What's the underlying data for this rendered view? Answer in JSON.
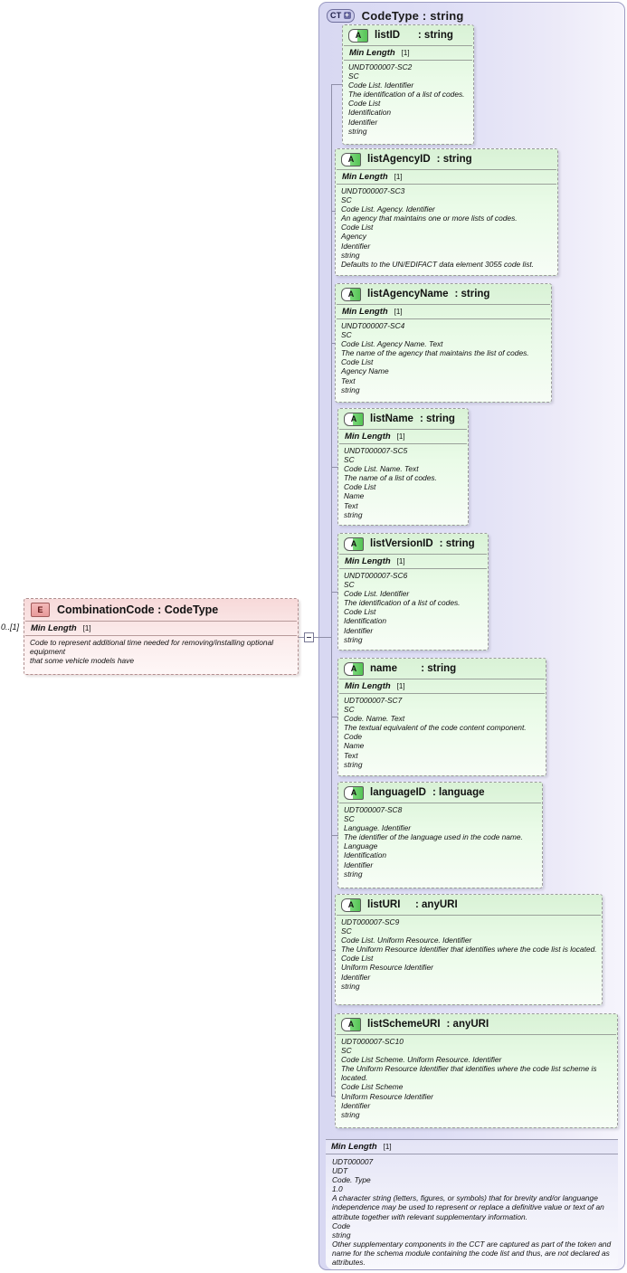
{
  "diagram": {
    "title": "XSD CodeType attribute diagram",
    "accent_complex_type": "#d8d8f2",
    "accent_attribute": "#d9f2d6",
    "accent_element": "#f7d9d9"
  },
  "complex_type": {
    "badge": "CT",
    "badge_expand": "+",
    "title": "CodeType : string",
    "footer_rule": {
      "label": "Min Length",
      "value": "[1]"
    },
    "footer_doc": [
      "UDT000007",
      "UDT",
      "Code. Type",
      "1.0",
      "A character string (letters, figures, or symbols) that for brevity and/or languange independence may be used to represent or replace a definitive value or text of an attribute together with relevant supplementary information.",
      "Code",
      "string",
      "Other supplementary components in the CCT are captured as part of the token and name for the schema module containing the code list and thus, are not declared as attributes."
    ]
  },
  "element": {
    "badge": "E",
    "title": "CombinationCode : CodeType",
    "cardinality": "0..[1]",
    "rule": {
      "label": "Min Length",
      "value": "[1]"
    },
    "doc": [
      "Code to represent additional time needed for removing/installing optional equipment",
      "that some vehicle models have"
    ]
  },
  "attributes": [
    {
      "badge": "A",
      "name": "listID",
      "name_padded": "listID    ",
      "type": ": string",
      "rule": {
        "label": "Min Length",
        "value": "[1]"
      },
      "doc": [
        "UNDT000007-SC2",
        "SC",
        "Code List. Identifier",
        "The identification of a list of codes.",
        "Code List",
        "Identification",
        "Identifier",
        "string"
      ]
    },
    {
      "badge": "A",
      "name": "listAgencyID",
      "name_padded": "listAgencyID",
      "type": ": string",
      "rule": {
        "label": "Min Length",
        "value": "[1]"
      },
      "doc": [
        "UNDT000007-SC3",
        "SC",
        "Code List. Agency. Identifier",
        "An agency that maintains one or more lists of codes.",
        "Code List",
        "Agency",
        "Identifier",
        "string",
        "Defaults to the UN/EDIFACT data element 3055 code list."
      ]
    },
    {
      "badge": "A",
      "name": "listAgencyName",
      "name_padded": "listAgencyName",
      "type": ": string",
      "rule": {
        "label": "Min Length",
        "value": "[1]"
      },
      "doc": [
        "UNDT000007-SC4",
        "SC",
        "Code List. Agency Name. Text",
        "The name of the agency that maintains the list of codes.",
        "Code List",
        "Agency Name",
        "Text",
        "string"
      ]
    },
    {
      "badge": "A",
      "name": "listName",
      "name_padded": "listName",
      "type": ": string",
      "rule": {
        "label": "Min Length",
        "value": "[1]"
      },
      "doc": [
        "UNDT000007-SC5",
        "SC",
        "Code List. Name. Text",
        "The name of a list of codes.",
        "Code List",
        "Name",
        "Text",
        "string"
      ]
    },
    {
      "badge": "A",
      "name": "listVersionID",
      "name_padded": "listVersionID",
      "type": ": string",
      "rule": {
        "label": "Min Length",
        "value": "[1]"
      },
      "doc": [
        "UNDT000007-SC6",
        "SC",
        "Code List. Identifier",
        "The identification of a list of codes.",
        "Code List",
        "Identification",
        "Identifier",
        "string"
      ]
    },
    {
      "badge": "A",
      "name": "name",
      "name_padded": "name      ",
      "type": ": string",
      "rule": {
        "label": "Min Length",
        "value": "[1]"
      },
      "doc": [
        "UDT000007-SC7",
        "SC",
        "Code. Name. Text",
        "The textual equivalent of the code content component.",
        "Code",
        "Name",
        "Text",
        "string"
      ]
    },
    {
      "badge": "A",
      "name": "languageID",
      "name_padded": "languageID",
      "type": ": language",
      "rule": null,
      "doc": [
        "UDT000007-SC8",
        "SC",
        "Language. Identifier",
        "The identifier of the language used in the code name.",
        "Language",
        "Identification",
        "Identifier",
        "string"
      ]
    },
    {
      "badge": "A",
      "name": "listURI",
      "name_padded": "listURI   ",
      "type": ": anyURI",
      "rule": null,
      "doc": [
        "UDT000007-SC9",
        "SC",
        "Code List. Uniform Resource. Identifier",
        "The Uniform Resource Identifier that identifies where the code list is located.",
        "Code List",
        "Uniform Resource Identifier",
        "Identifier",
        "string"
      ]
    },
    {
      "badge": "A",
      "name": "listSchemeURI",
      "name_padded": "listSchemeURI",
      "type": ": anyURI",
      "rule": null,
      "doc": [
        "UDT000007-SC10",
        "SC",
        "Code List Scheme. Uniform Resource. Identifier",
        "The Uniform Resource Identifier that identifies where the code list scheme is located.",
        "Code List Scheme",
        "Uniform Resource Identifier",
        "Identifier",
        "string"
      ]
    }
  ]
}
